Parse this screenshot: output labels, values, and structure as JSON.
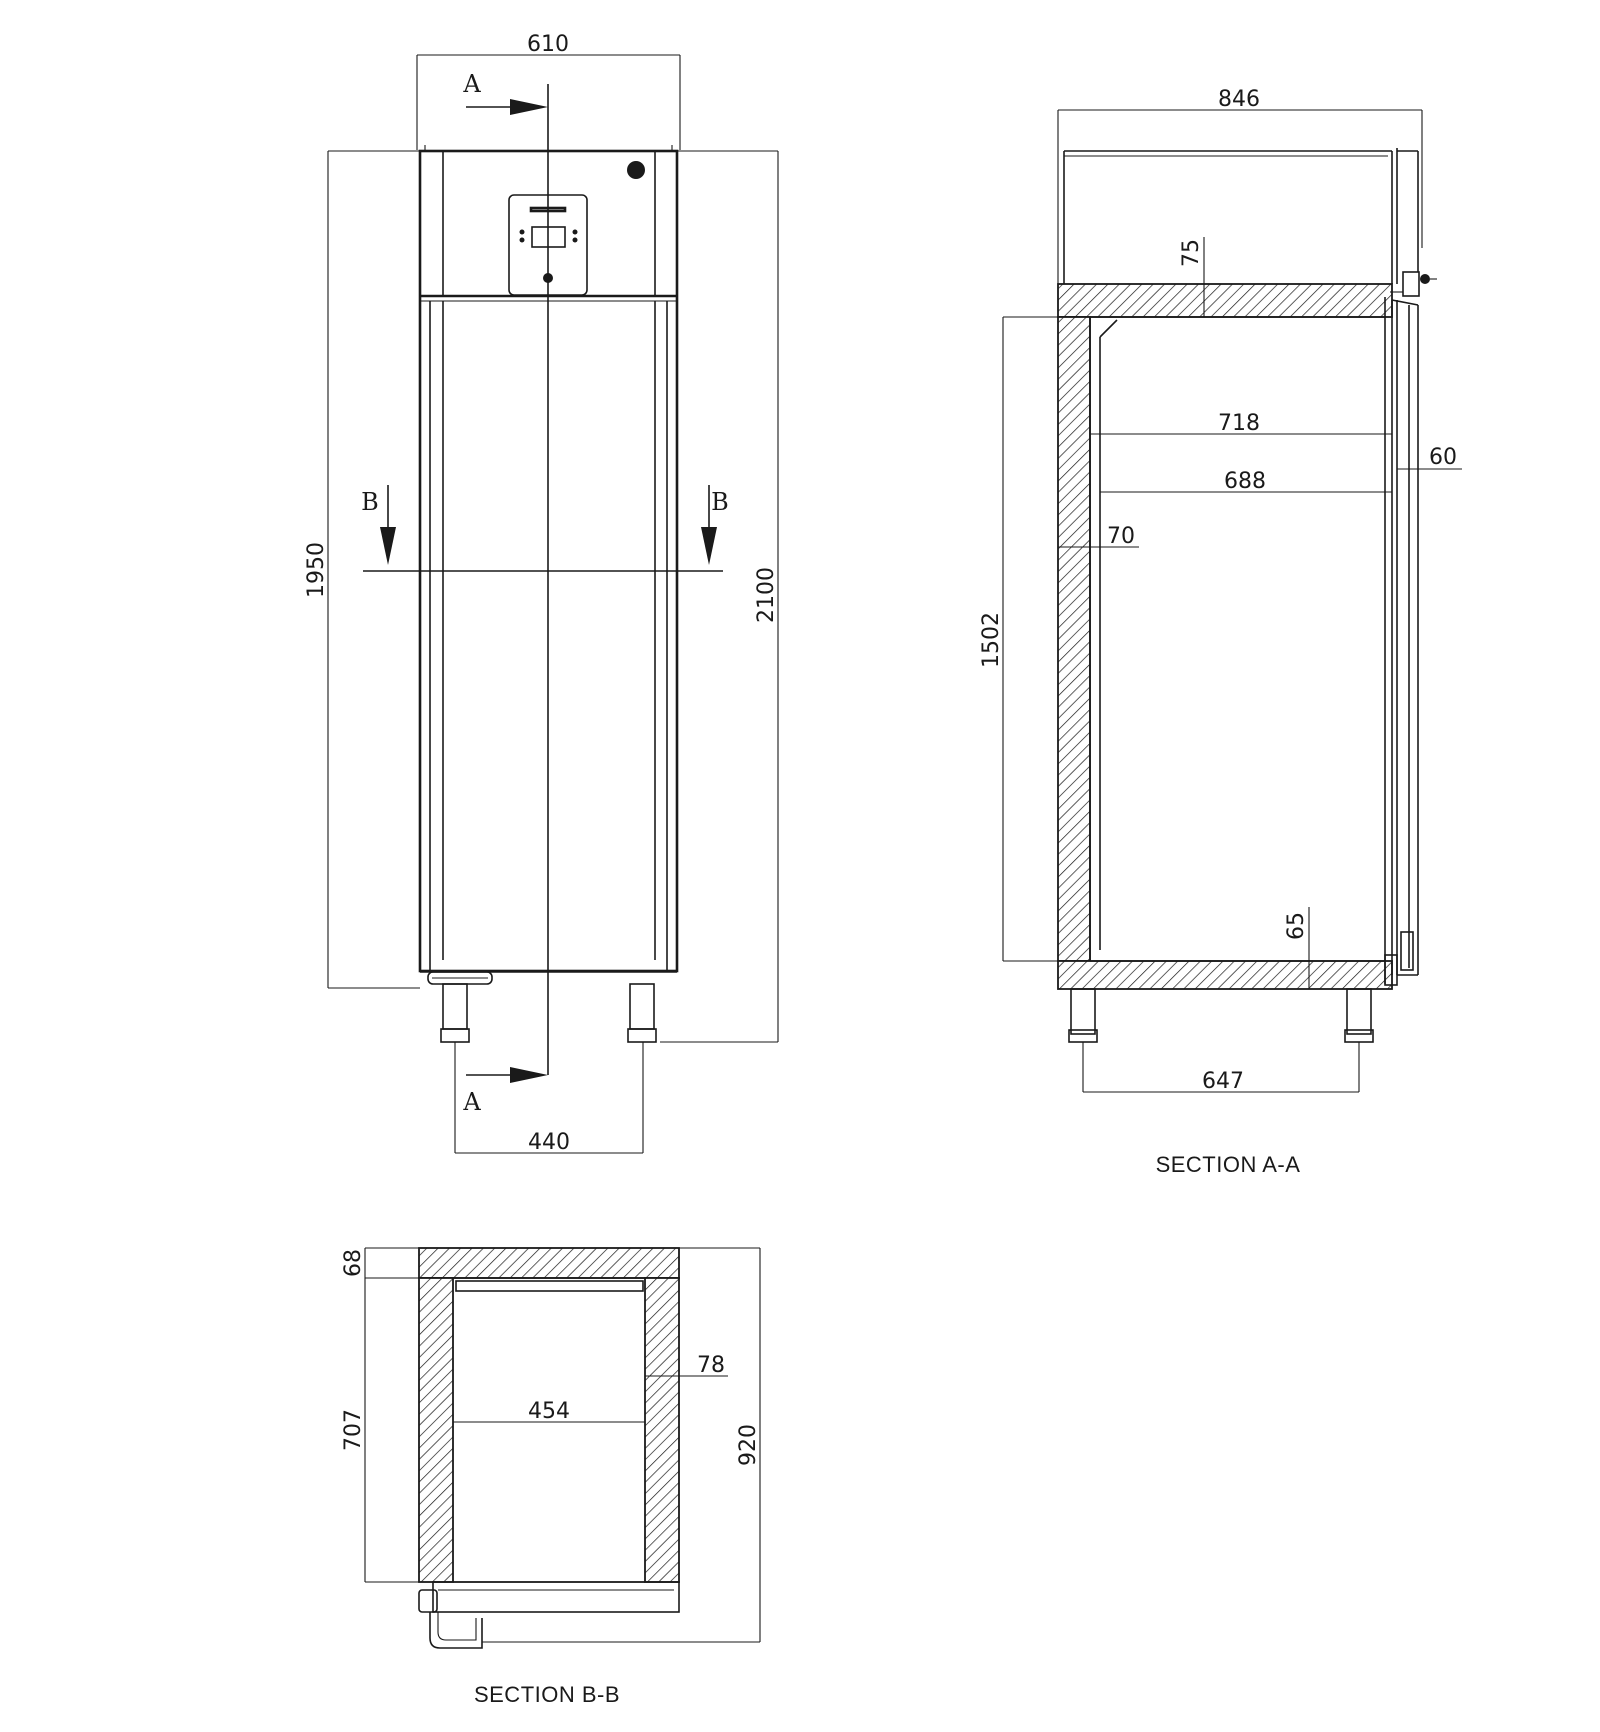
{
  "front_view": {
    "width_label": "610",
    "height_body_label": "1950",
    "height_total_label": "2100",
    "feet_span_label": "440",
    "section_a_top": "A",
    "section_a_bottom": "A",
    "section_b_left": "B",
    "section_b_right": "B"
  },
  "section_aa": {
    "caption": "SECTION A-A",
    "depth_label": "846",
    "top_insulation_label": "75",
    "inner_width_label": "718",
    "door_label": "60",
    "inner_clear_label": "688",
    "back_wall_label": "70",
    "inner_height_label": "1502",
    "bottom_insulation_label": "65",
    "feet_span_label": "647"
  },
  "section_bb": {
    "caption": "SECTION B-B",
    "back_insulation_label": "68",
    "side_wall_label": "78",
    "inner_width_label": "454",
    "inner_depth_label": "707",
    "depth_label": "920"
  }
}
